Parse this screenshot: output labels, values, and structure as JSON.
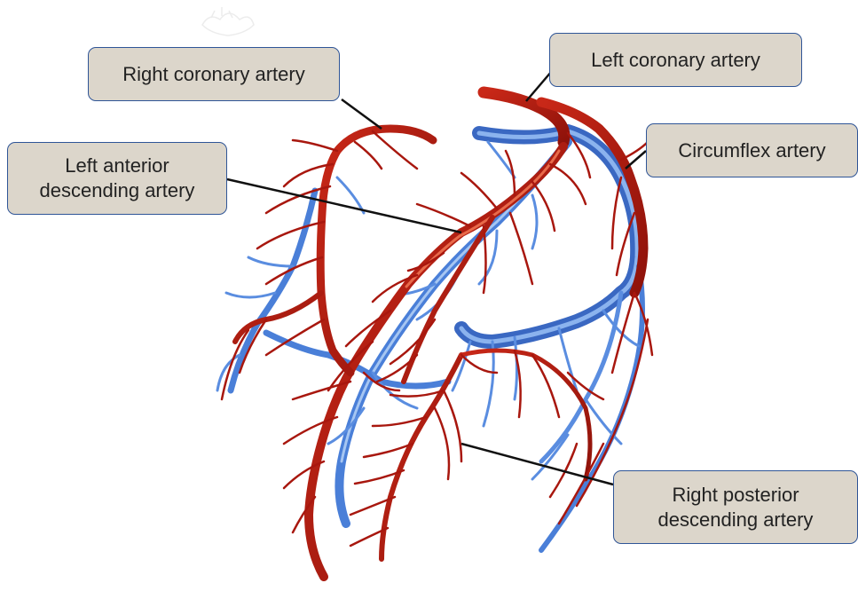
{
  "labels": {
    "right_coronary": [
      "Right coronary artery"
    ],
    "left_coronary": [
      "Left coronary artery"
    ],
    "circumflex": [
      "Circumflex artery"
    ],
    "lad": [
      "Left anterior",
      "descending artery"
    ],
    "rpda": [
      "Right posterior",
      "descending artery"
    ]
  },
  "colors": {
    "artery": "#b01a10",
    "artery_highlight": "#e05a3a",
    "vein": "#4a7fd8",
    "vein_highlight": "#9cc0f0",
    "box_fill": "#dcd6cb",
    "box_border": "#2f5597",
    "leader_line": "#111111"
  }
}
